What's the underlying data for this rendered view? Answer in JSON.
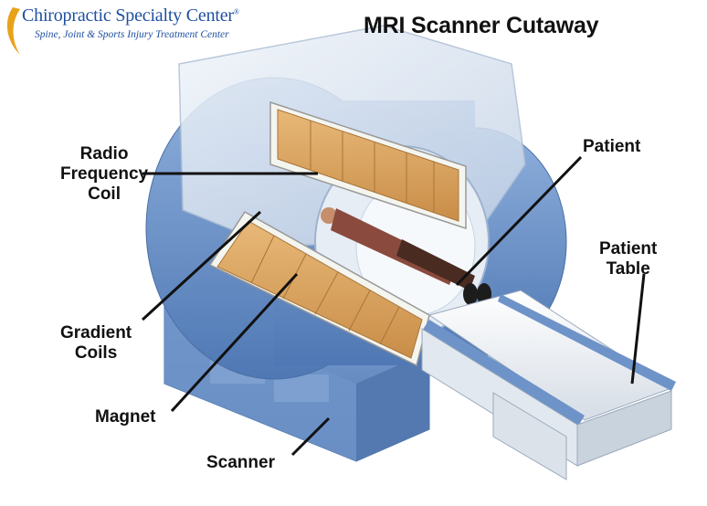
{
  "logo": {
    "name": "Chiropractic Specialty Center",
    "registered_mark": "®",
    "tagline": "Spine, Joint & Sports Injury Treatment Center"
  },
  "title": "MRI Scanner Cutaway",
  "labels": {
    "rf_coil": [
      "Radio",
      "Frequency",
      "Coil"
    ],
    "gradient_coils": [
      "Gradient",
      "Coils"
    ],
    "magnet": "Magnet",
    "scanner": "Scanner",
    "patient": "Patient",
    "patient_table": [
      "Patient",
      "Table"
    ]
  },
  "colors": {
    "brand_blue": "#1f4f9f",
    "logo_swoosh": "#e8a21a",
    "scanner_blue": "#6f95c9",
    "housing": "#d9e3ef",
    "coil_orange": "#d9a35f",
    "leader_line": "#111111"
  }
}
